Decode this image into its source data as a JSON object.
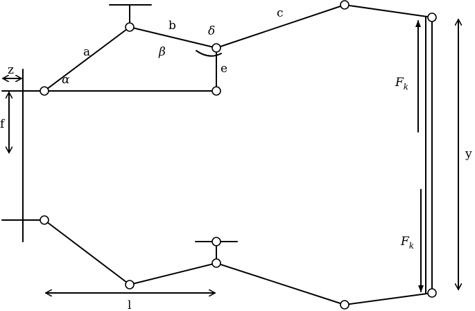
{
  "labels": {
    "a": "a",
    "b": "b",
    "c": "c",
    "e": "e",
    "f": "f",
    "l": "l",
    "y": "y",
    "z": "z",
    "alpha": "α",
    "beta": "β",
    "delta": "δ",
    "force_main": "F",
    "force_sub": "k"
  }
}
